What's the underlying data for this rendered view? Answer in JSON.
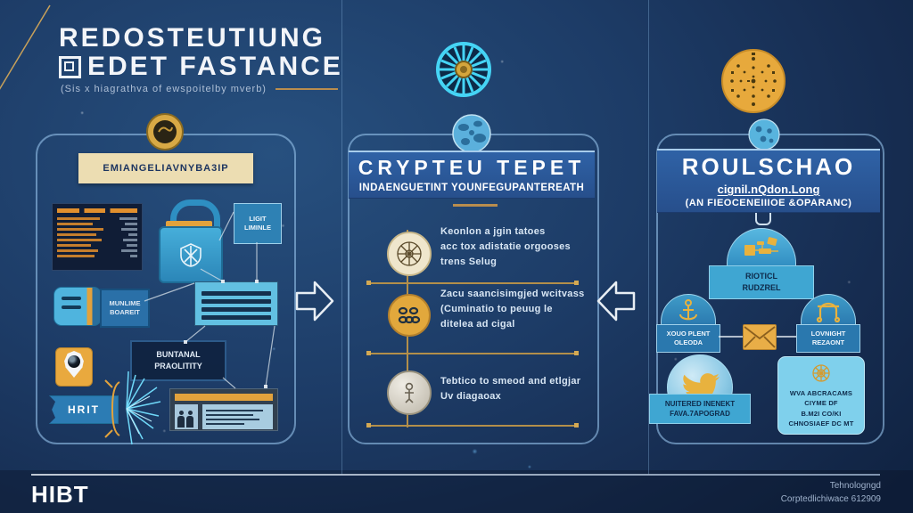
{
  "header": {
    "title_line1": "REDOSTEUTIUNG",
    "title_line2": "EDET FASTANCE",
    "subtitle": "(Sis x hiagrathva of ewspoitelby mverb)"
  },
  "icons": {
    "top_center": "gear-wheel-icon",
    "top_right": "dotted-coin-icon",
    "left_panel_top": "gold-coin-icon",
    "center_panel_top": "globe-icon",
    "right_panel_top": "sphere-icon",
    "left_panel": [
      "ledger-icon",
      "padlock-icon",
      "canister-icon",
      "camera-pin-icon",
      "burst-icon",
      "id-card-icon"
    ],
    "center_timeline": [
      "network-coin-icon",
      "chain-links-coin-icon",
      "figure-coin-icon"
    ],
    "right_panel": [
      "circuit-dome-icon",
      "anchor-icon",
      "arch-icon",
      "envelope-icon",
      "twitter-bird-icon",
      "mandala-icon"
    ]
  },
  "left_panel": {
    "ribbon_label": "EMIANGELIAVNYBA3IP",
    "ligit_box": {
      "line1": "LIGIT",
      "line2": "LIMINLE"
    },
    "munlime_box": {
      "line1": "MUNLIME",
      "line2": "BOAREIT"
    },
    "buntanal_box": {
      "line1": "BUNTANAL",
      "line2": "PRAOLITITY"
    },
    "hrit_label": "HRIT"
  },
  "center_panel": {
    "title": "CRYPTEU TEPET",
    "subtitle": "INDAENGUETINT YOUNFEGUPANTEREATH",
    "items": [
      {
        "line1": "Keonlon a jgin tatoes",
        "line2": "acc tox adistatie orgooses",
        "line3": "trens Selug"
      },
      {
        "line1": "Zacu saancisimgjed wcitvass",
        "line2": "(Cuminatio to peuug le",
        "line3": "ditelea ad cigal"
      },
      {
        "line1": "Tebtico to smeod and etlgjar",
        "line2": "Uv diagaoax",
        "line3": ""
      }
    ]
  },
  "right_panel": {
    "title": "ROULSCHAO",
    "subtitle1": "cignil.nQdon.Long",
    "subtitle2": "(AN FIEOCENEIIIOE &OPARANC)",
    "notice_box": {
      "line1": "RIOTICL",
      "line2": "RUDZREL"
    },
    "left_node": {
      "line1": "XOUO PLENT",
      "line2": "OLEODA"
    },
    "right_node": {
      "line1": "LOVNIGHT",
      "line2": "REZAONT"
    },
    "twitter_banner": {
      "line1": "NUITERED INENEKT",
      "line2": "FAVA.7APOGRAD"
    },
    "info_box": {
      "line1": "WVA ABCRACAMS",
      "line2": "CIYME DF",
      "line3": "B.M2I CO/KI",
      "line4": "CHNOSIAEF DC MT"
    }
  },
  "footer": {
    "brand": "HIBT",
    "right_line1": "Tehnologngd",
    "right_line2": "Corptedlichiwace 612909"
  },
  "colors": {
    "background": "#1d3c67",
    "panel_header_blue": "#2c5c9e",
    "accent_gold": "#e2a23c",
    "light_blue": "#4fb4de",
    "cream": "#ecddb2"
  }
}
